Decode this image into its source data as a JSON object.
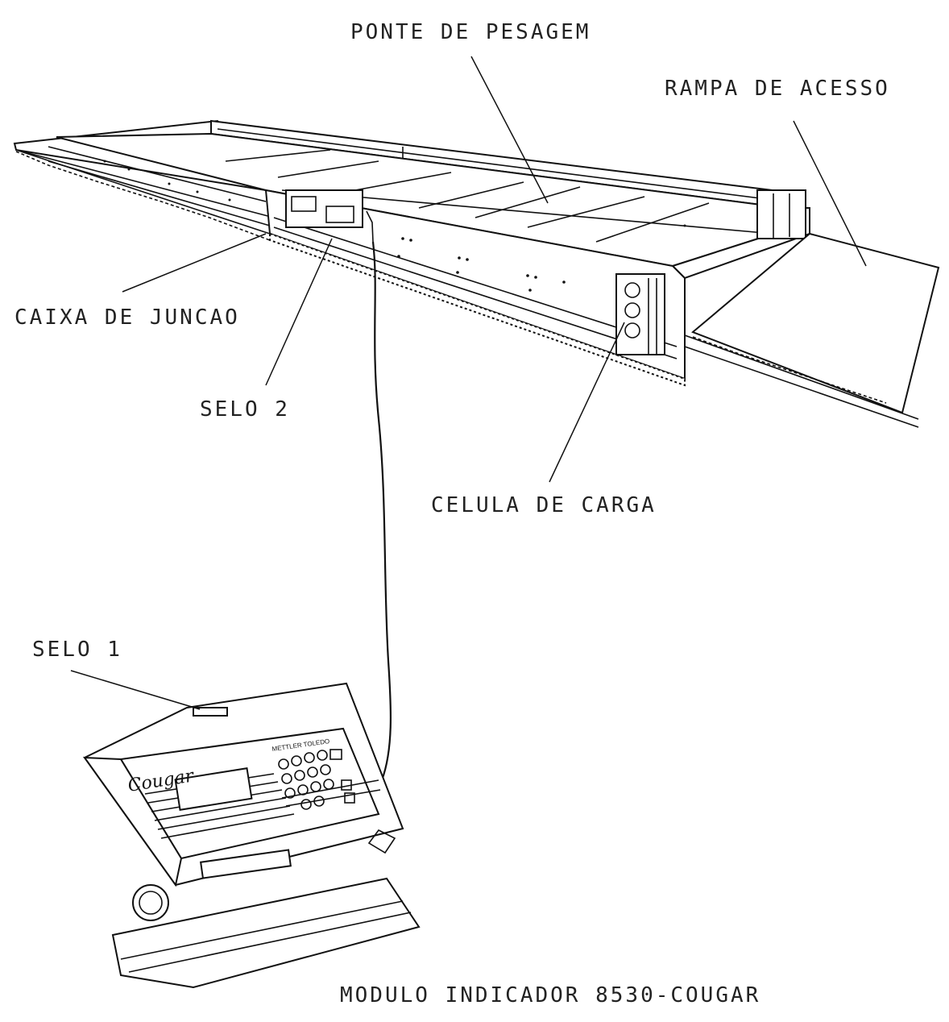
{
  "labels": {
    "ponte": "PONTE DE PESAGEM",
    "rampa": "RAMPA DE ACESSO",
    "caixa": "CAIXA DE JUNCAO",
    "selo2": "SELO 2",
    "celula": "CELULA DE CARGA",
    "selo1": "SELO 1",
    "modulo": "MODULO INDICADOR 8530-COUGAR"
  },
  "device": {
    "brand": "Cougar",
    "maker": "METTLER TOLEDO"
  },
  "icons": [
    "scale-platform-drawing",
    "indicator-terminal-drawing",
    "cable-line"
  ]
}
